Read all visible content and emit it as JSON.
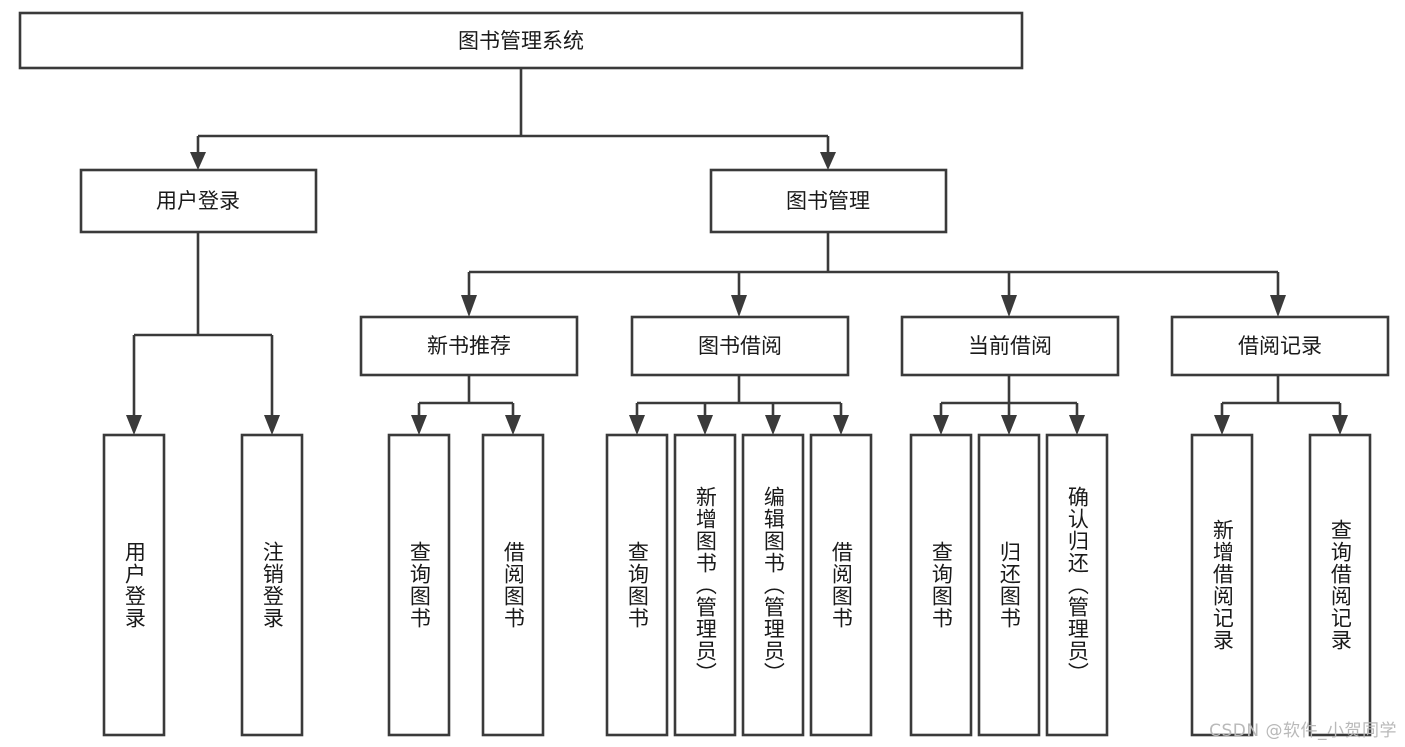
{
  "diagram": {
    "type": "tree-hierarchy",
    "title": "图书管理系统",
    "background_color": "#ffffff",
    "line_color": "#3a3a3a",
    "text_color": "#1a1a1a",
    "root": {
      "id": "root",
      "label": "图书管理系统",
      "orientation": "horizontal"
    },
    "level2": [
      {
        "id": "user-login",
        "label": "用户登录",
        "orientation": "horizontal"
      },
      {
        "id": "book-manage",
        "label": "图书管理",
        "orientation": "horizontal"
      }
    ],
    "level3": [
      {
        "id": "new-book-recommend",
        "label": "新书推荐",
        "parent": "book-manage",
        "orientation": "horizontal"
      },
      {
        "id": "book-borrow",
        "label": "图书借阅",
        "parent": "book-manage",
        "orientation": "horizontal"
      },
      {
        "id": "current-borrow",
        "label": "当前借阅",
        "parent": "book-manage",
        "orientation": "horizontal"
      },
      {
        "id": "borrow-record",
        "label": "借阅记录",
        "parent": "book-manage",
        "orientation": "horizontal"
      }
    ],
    "leaves": [
      {
        "id": "leaf-user-login",
        "label": "用户登录",
        "parent": "user-login",
        "orientation": "vertical"
      },
      {
        "id": "leaf-user-logout",
        "label": "注销登录",
        "parent": "user-login",
        "orientation": "vertical"
      },
      {
        "id": "leaf-query-book-1",
        "label": "查询图书",
        "parent": "new-book-recommend",
        "orientation": "vertical"
      },
      {
        "id": "leaf-borrow-book-1",
        "label": "借阅图书",
        "parent": "new-book-recommend",
        "orientation": "vertical"
      },
      {
        "id": "leaf-query-book-2",
        "label": "查询图书",
        "parent": "book-borrow",
        "orientation": "vertical"
      },
      {
        "id": "leaf-add-book",
        "label": "新增图书（管理员）",
        "parent": "book-borrow",
        "orientation": "vertical"
      },
      {
        "id": "leaf-edit-book",
        "label": "编辑图书（管理员）",
        "parent": "book-borrow",
        "orientation": "vertical"
      },
      {
        "id": "leaf-borrow-book-2",
        "label": "借阅图书",
        "parent": "book-borrow",
        "orientation": "vertical"
      },
      {
        "id": "leaf-query-book-3",
        "label": "查询图书",
        "parent": "current-borrow",
        "orientation": "vertical"
      },
      {
        "id": "leaf-return-book",
        "label": "归还图书",
        "parent": "current-borrow",
        "orientation": "vertical"
      },
      {
        "id": "leaf-confirm-return",
        "label": "确认归还（管理员）",
        "parent": "current-borrow",
        "orientation": "vertical"
      },
      {
        "id": "leaf-add-record",
        "label": "新增借阅记录",
        "parent": "borrow-record",
        "orientation": "vertical"
      },
      {
        "id": "leaf-query-record",
        "label": "查询借阅记录",
        "parent": "borrow-record",
        "orientation": "vertical"
      }
    ],
    "watermark": "CSDN @软件_小贺同学"
  }
}
